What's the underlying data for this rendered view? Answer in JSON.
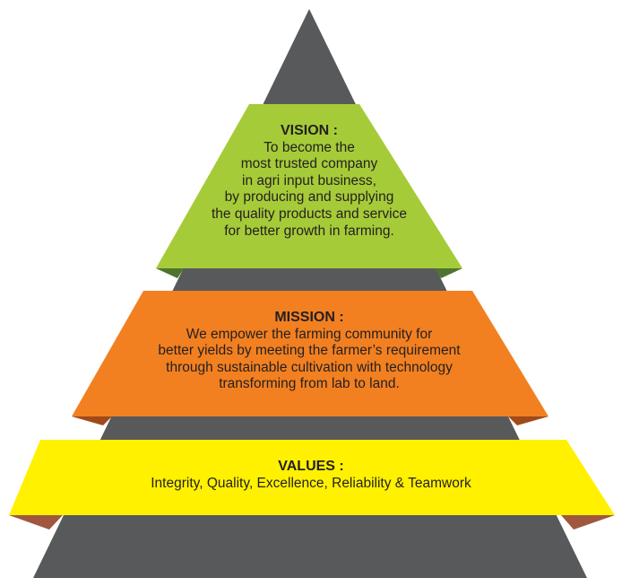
{
  "colors": {
    "pyramid": "#58595b",
    "vision": "#a6cb38",
    "vision_fold": "#4f7430",
    "mission": "#f28021",
    "mission_fold": "#a04a1a",
    "values": "#fff100",
    "values_fold": "#a0573f"
  },
  "vision": {
    "title": "VISION :",
    "lines": [
      "To become the",
      "most trusted company",
      "in agri input business,",
      "by producing and supplying",
      "the quality products and service",
      "for better growth in farming."
    ]
  },
  "mission": {
    "title": "MISSION :",
    "lines": [
      "We empower the farming community for",
      "better yields by meeting the farmer’s requirement",
      "through sustainable cultivation with technology",
      "transforming from lab to land."
    ]
  },
  "values": {
    "title": "VALUES :",
    "lines": [
      "Integrity, Quality, Excellence, Reliability & Teamwork"
    ]
  }
}
